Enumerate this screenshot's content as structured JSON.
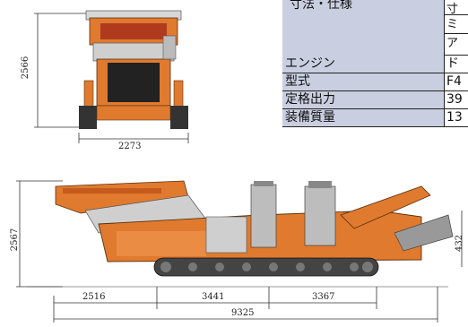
{
  "top_view": {
    "height_dim": "2566",
    "width_dim": "2273"
  },
  "spec_table": {
    "header_label": "寸法・仕様",
    "sub_cells": [
      "寸",
      "ミ",
      "ア"
    ],
    "rows": [
      {
        "label": "エンジン",
        "value": "ド"
      },
      {
        "label": "型式",
        "value": "F4"
      },
      {
        "label": "定格出力",
        "value": "39"
      },
      {
        "label": "装備質量",
        "value": "13"
      }
    ]
  },
  "side_view": {
    "height_dim": "2567",
    "right_height_dim": "432",
    "bottom_dims": [
      "2516",
      "3441",
      "3367"
    ],
    "total_length": "9325"
  },
  "colors": {
    "machine_orange": "#e07a2e",
    "table_fill": "#c9cfe0"
  }
}
